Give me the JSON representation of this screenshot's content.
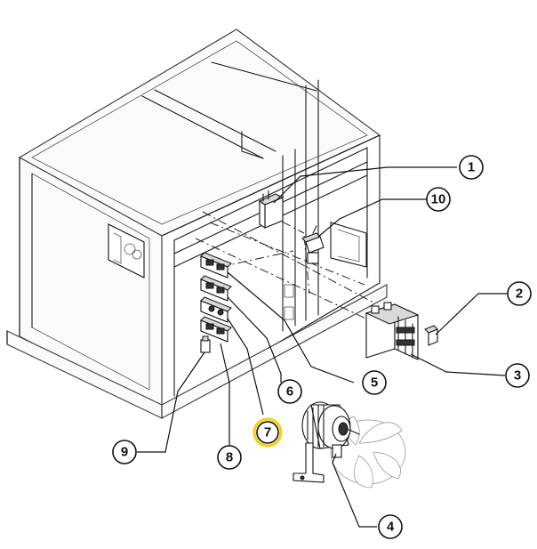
{
  "callouts": [
    {
      "label": "1"
    },
    {
      "label": "2"
    },
    {
      "label": "3"
    },
    {
      "label": "4"
    },
    {
      "label": "5"
    },
    {
      "label": "6"
    },
    {
      "label": "7",
      "highlight": true
    },
    {
      "label": "8"
    },
    {
      "label": "9"
    },
    {
      "label": "10"
    }
  ],
  "colors": {
    "highlight": "#f1d21a",
    "line": "#111111"
  }
}
